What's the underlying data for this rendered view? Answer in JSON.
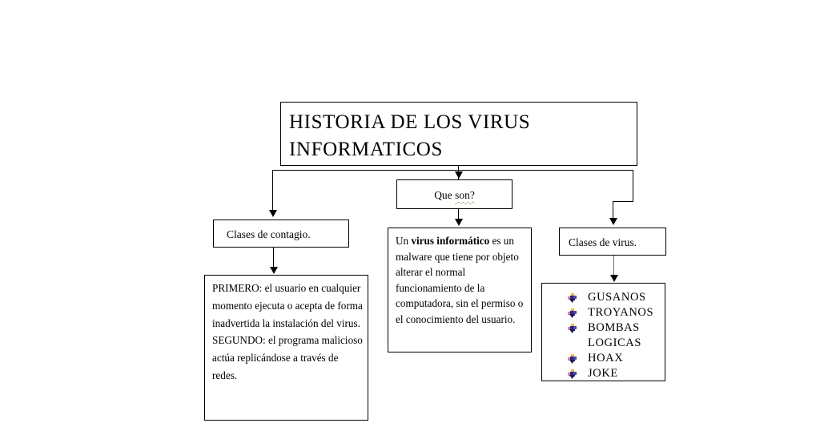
{
  "diagram": {
    "title_node": {
      "line1": "HISTORIA DE LOS VIRUS",
      "line2": "INFORMATICOS"
    },
    "que_son_node": {
      "label_prefix": "Que ",
      "label_misspelled": "son?"
    },
    "contagio_node": {
      "label": "Clases de contagio."
    },
    "clases_virus_node": {
      "label": "Clases de virus."
    },
    "definicion_node": {
      "text_before": "Un ",
      "text_bold": "virus informático",
      "text_after": " es un malware que tiene por objeto alterar el normal funcionamiento de la computadora, sin el permiso o el conocimiento del usuario."
    },
    "contagio_detail_node": {
      "primero": "PRIMERO: el usuario en cualquier momento ejecuta o acepta de forma inadvertida la instalación del virus.",
      "segundo": "SEGUNDO: el programa malicioso actúa replicándose a través de redes."
    },
    "virus_list_node": {
      "items": [
        {
          "label": "GUSANOS",
          "bullet": "arrow-bullet-icon",
          "has_bullet": true
        },
        {
          "label": "TROYANOS",
          "bullet": "arrow-bullet-icon",
          "has_bullet": true
        },
        {
          "label": "BOMBAS",
          "bullet": "arrow-bullet-icon",
          "has_bullet": true
        },
        {
          "label": "LOGICAS",
          "bullet": "",
          "has_bullet": false
        },
        {
          "label": "HOAX",
          "bullet": "arrow-bullet-icon",
          "has_bullet": true
        },
        {
          "label": "JOKE",
          "bullet": "arrow-bullet-icon",
          "has_bullet": true
        }
      ]
    },
    "colors": {
      "background": "#ffffff",
      "stroke": "#000000",
      "connector_gray": "#6d6d6d",
      "bullet_yellow": "#f2c744",
      "bullet_pink": "#e8889f",
      "bullet_navy": "#2b2a7a",
      "spellcheck_squiggle": "#7a7a32"
    }
  }
}
